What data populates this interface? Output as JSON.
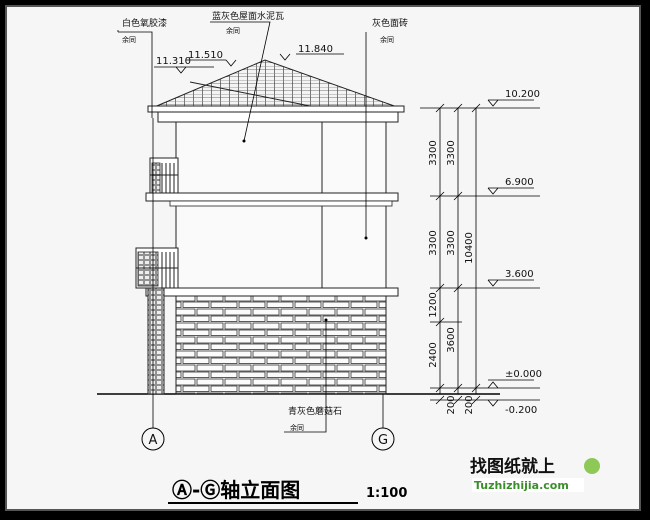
{
  "annotations": {
    "roof_left": "白色氧胶漆",
    "roof_left_sub": "余同",
    "roof_mid": "蓝灰色屋面水泥瓦",
    "roof_mid_sub": "余同",
    "wall_right": "灰色面砖",
    "wall_right_sub": "余同",
    "base": "青灰色蘑菇石",
    "base_sub": "余同"
  },
  "elevations": {
    "ridge": "11.840",
    "eave_a": "11.310",
    "eave_b": "11.510",
    "roof": "10.200",
    "floor3": "6.900",
    "floor2": "3.600",
    "ground": "±0.000",
    "outdoor": "-0.200"
  },
  "dimensions": {
    "d1": "3300",
    "d2": "3300",
    "d3": "3300",
    "d4": "3300",
    "d5": "10400",
    "d6": "1200",
    "d7": "3600",
    "d8": "2400",
    "d9": "200",
    "d10": "200"
  },
  "axes": {
    "left": "A",
    "right": "G"
  },
  "title": {
    "main": "Ⓐ-Ⓖ轴立面图",
    "scale": "1:100"
  },
  "watermark": {
    "cn": "找图纸就上",
    "url": "Tuzhizhijia.com"
  }
}
